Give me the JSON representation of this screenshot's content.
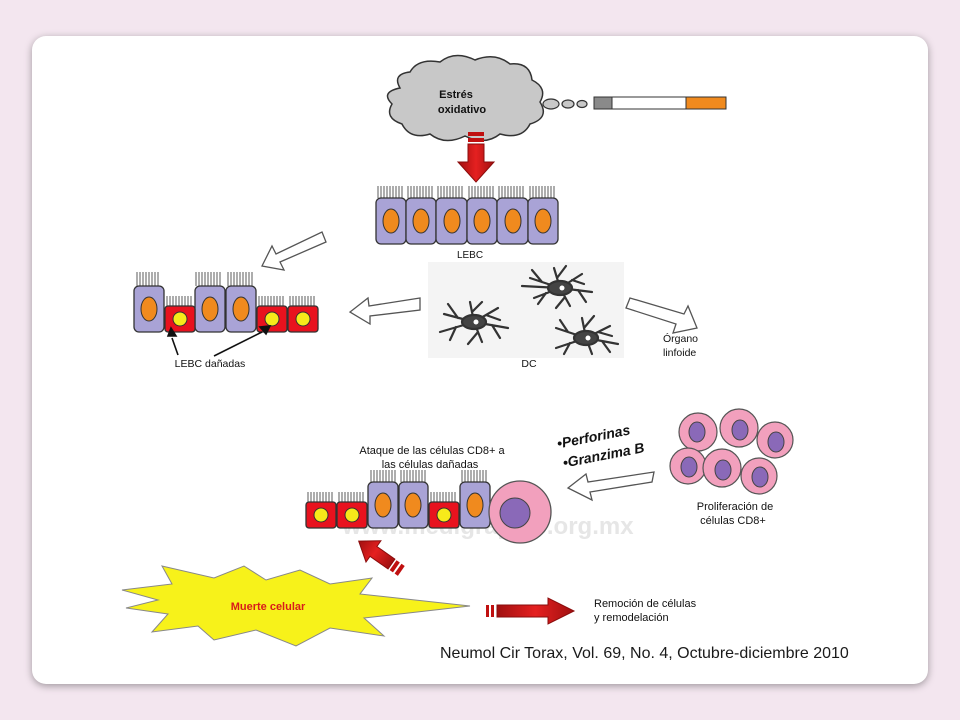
{
  "cloud": {
    "label_line1": "Estrés",
    "label_line2": "oxidativo"
  },
  "cells": {
    "healthy_label": "LEBC",
    "damaged_label": "LEBC dañadas",
    "dc_label": "DC",
    "organ_line1": "Órgano",
    "organ_line2": "linfoide"
  },
  "cd8": {
    "bullet1": "•Perforinas",
    "bullet2": "•Granzima B",
    "attack_line1": "Ataque de las células CD8+ a",
    "attack_line2": "las células dañadas",
    "prolif_line1": "Proliferación de",
    "prolif_line2": "células CD8+"
  },
  "outcome": {
    "death_label": "Muerte celular",
    "removal_line1": "Remoción de células",
    "removal_line2": "y remodelación"
  },
  "watermark": "www.medigraphic.org.mx",
  "citation": "Neumol Cir Torax, Vol. 69, No. 4, Octubre-diciembre 2010",
  "colors": {
    "cell_purple": "#a9a3d6",
    "nucleus_orange": "#f08a1e",
    "damaged_red": "#e8121e",
    "damaged_nucleus": "#f7ea1a",
    "arrow_red": "#d81b1b",
    "cd8_pink": "#f2a0bd",
    "cd8_nucleus": "#8a69b8",
    "starburst_yellow": "#f7f21a"
  }
}
